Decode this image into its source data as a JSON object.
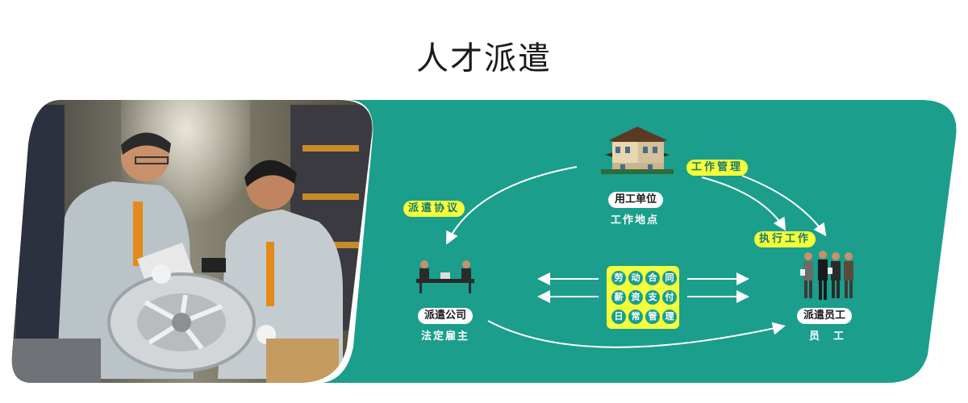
{
  "title": "人才派遣",
  "colors": {
    "panel": "#1b9e8c",
    "highlight": "#f3ff3d",
    "arrow": "#ffffff"
  },
  "nodes": {
    "employer": {
      "label": "用工单位",
      "sub": "工作地点",
      "icon": "house-icon"
    },
    "agency": {
      "label": "派遣公司",
      "sub": "法定雇主",
      "icon": "meeting-table-icon"
    },
    "staff": {
      "label": "派遣员工",
      "sub": "员　工",
      "icon": "people-group-icon"
    }
  },
  "flows": {
    "dispatch_agreement": "派遣协议",
    "work_management": "工作管理",
    "execute_work": "执行工作"
  },
  "center": {
    "rows": [
      [
        "劳",
        "动",
        "合",
        "同"
      ],
      [
        "薪",
        "资",
        "支",
        "付"
      ],
      [
        "日",
        "常",
        "管",
        "理"
      ]
    ]
  },
  "photo": {
    "description_icon": "warehouse-workers-photo"
  }
}
